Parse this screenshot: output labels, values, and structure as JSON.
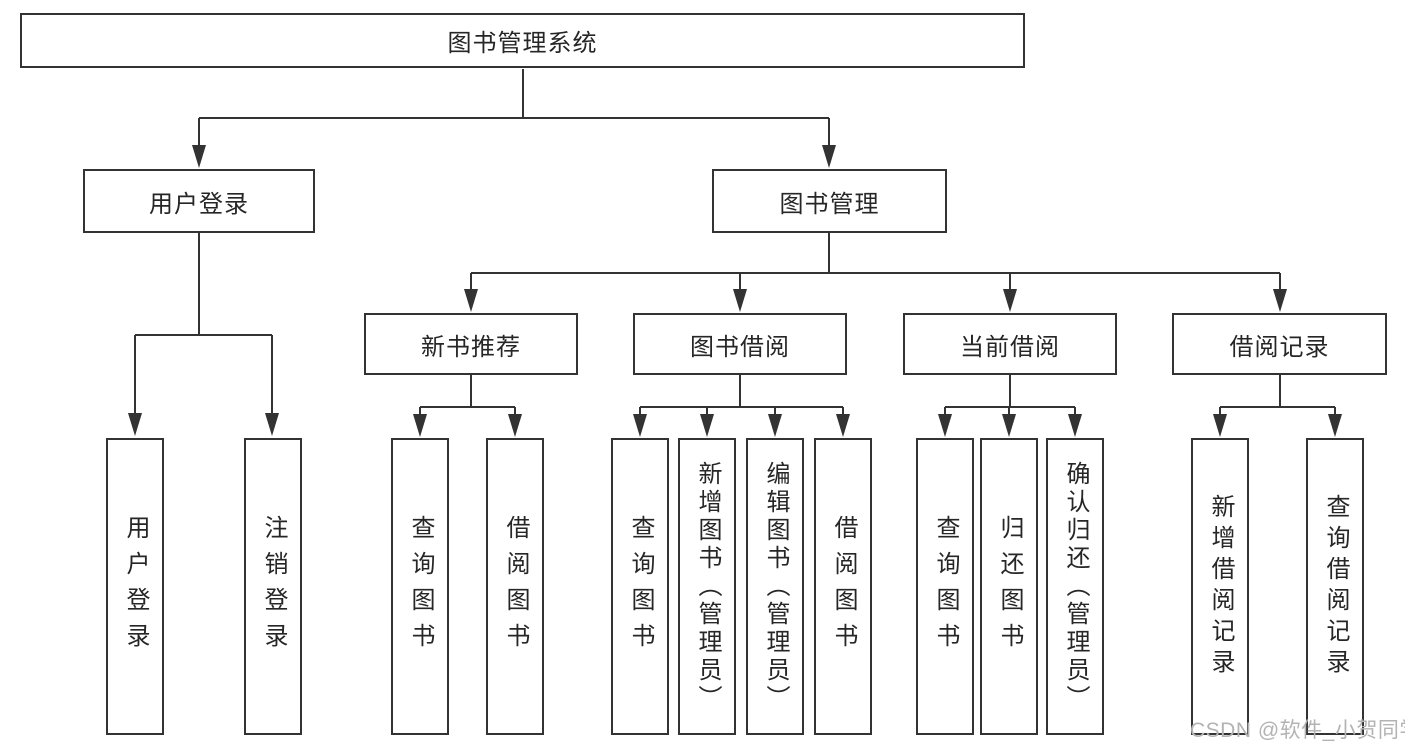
{
  "diagram": {
    "root": {
      "label": "图书管理系统"
    },
    "branches": [
      {
        "label": "用户登录",
        "children": [
          {
            "label": "用户登录"
          },
          {
            "label": "注销登录"
          }
        ]
      },
      {
        "label": "图书管理",
        "children": [
          {
            "label": "新书推荐",
            "children": [
              {
                "label": "查询图书"
              },
              {
                "label": "借阅图书"
              }
            ]
          },
          {
            "label": "图书借阅",
            "children": [
              {
                "label": "查询图书"
              },
              {
                "label": "新增图书（管理员）"
              },
              {
                "label": "编辑图书（管理员）"
              },
              {
                "label": "借阅图书"
              }
            ]
          },
          {
            "label": "当前借阅",
            "children": [
              {
                "label": "查询图书"
              },
              {
                "label": "归还图书"
              },
              {
                "label": "确认归还（管理员）"
              }
            ]
          },
          {
            "label": "借阅记录",
            "children": [
              {
                "label": "新增借阅记录"
              },
              {
                "label": "查询借阅记录"
              }
            ]
          }
        ]
      }
    ]
  },
  "watermark": "CSDN @软件_小贺同学",
  "colors": {
    "line": "#333333",
    "box_border": "#333333",
    "box_fill": "#ffffff",
    "text": "#262626",
    "watermark": "#b3b3b3"
  }
}
